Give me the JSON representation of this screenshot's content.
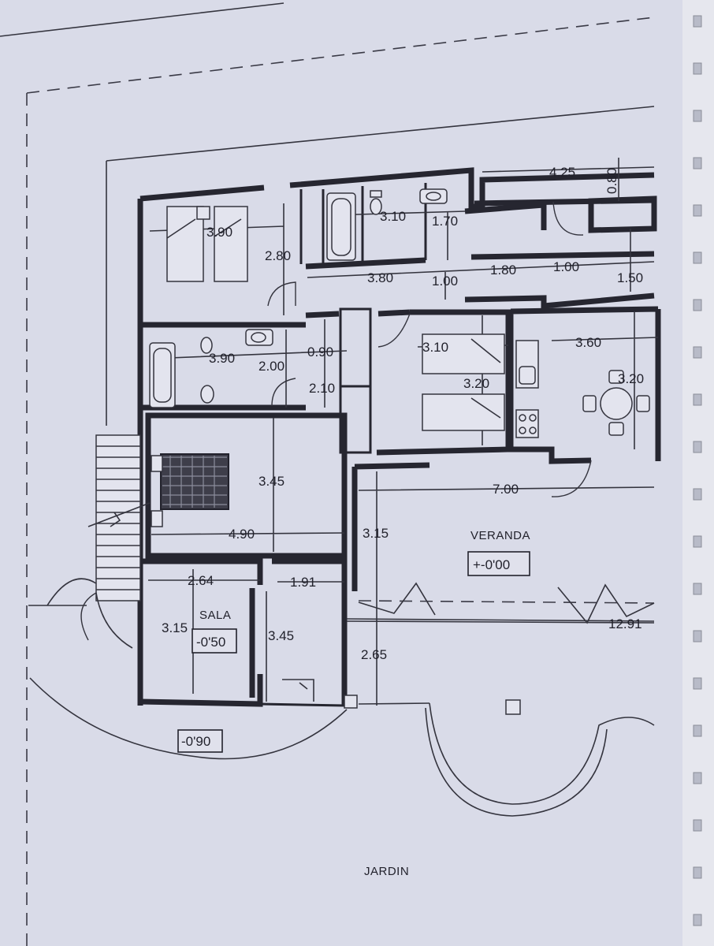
{
  "plan": {
    "rooms": {
      "sala": "SALA",
      "veranda": "VERANDA",
      "jardin": "JARDIN"
    },
    "levels": {
      "sala": "-0'50",
      "veranda": "+-0'00",
      "garden": "-0'90"
    },
    "dimensions": {
      "d_425": "4.25",
      "d_080": "0.80",
      "d_390_top": "3.90",
      "d_310_top": "3.10",
      "d_170": "1.70",
      "d_280": "2.80",
      "d_380": "3.80",
      "d_100_a": "1.00",
      "d_180": "1.80",
      "d_100_b": "1.00",
      "d_150": "1.50",
      "d_390_bath": "3.90",
      "d_090": "0.90",
      "d_200": "2.00",
      "d_210": "2.10",
      "d_310_bed": "3.10",
      "d_320_bed": "3.20",
      "d_360": "3.60",
      "d_320_kit": "3.20",
      "d_345_main": "3.45",
      "d_490": "4.90",
      "d_700": "7.00",
      "d_315_ver": "3.15",
      "d_264": "2.64",
      "d_191": "1.91",
      "d_315_sala": "3.15",
      "d_345_sala": "3.45",
      "d_265": "2.65",
      "d_1291": "12.91"
    }
  }
}
